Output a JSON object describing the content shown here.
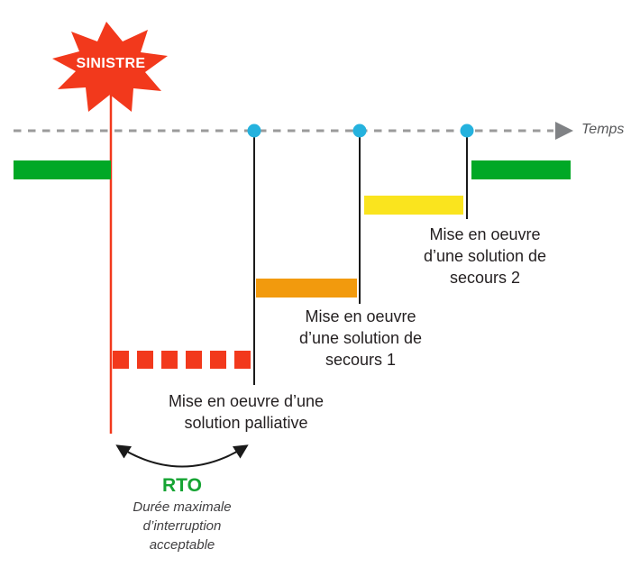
{
  "sinistre": {
    "label": "SINISTRE"
  },
  "timeline": {
    "axis_label": "Temps"
  },
  "labels": {
    "palliative": [
      "Mise en oeuvre d’une",
      "solution palliative"
    ],
    "secours1": [
      "Mise en oeuvre",
      "d’une solution de",
      "secours 1"
    ],
    "secours2": [
      "Mise en oeuvre",
      "d’une solution de",
      "secours 2"
    ]
  },
  "rto": {
    "title": "RTO",
    "subtitle": [
      "Durée maximale",
      "d’interruption",
      "acceptable"
    ]
  },
  "icons": {
    "sinistre_burst": "starburst-explosion-shape",
    "timeline_arrow": "right-triangle-arrowhead",
    "event_dot": "filled-circle",
    "rto_span_arrow": "curved-double-headed-arrow"
  },
  "colors": {
    "red": "#F2391C",
    "green_bar": "#00A826",
    "green_rto_text": "#16A433",
    "yellow_bar": "#FAE41E",
    "orange_bar": "#F29A0D",
    "blue_dot": "#25B2DE",
    "timeline_dash_gray": "#9B9B9B",
    "arrowhead_gray": "#808285",
    "temps_text_gray": "#58595B",
    "label_text": "#231F20",
    "rto_subtitle_gray": "#414042",
    "line_black": "#1A1A1A"
  }
}
